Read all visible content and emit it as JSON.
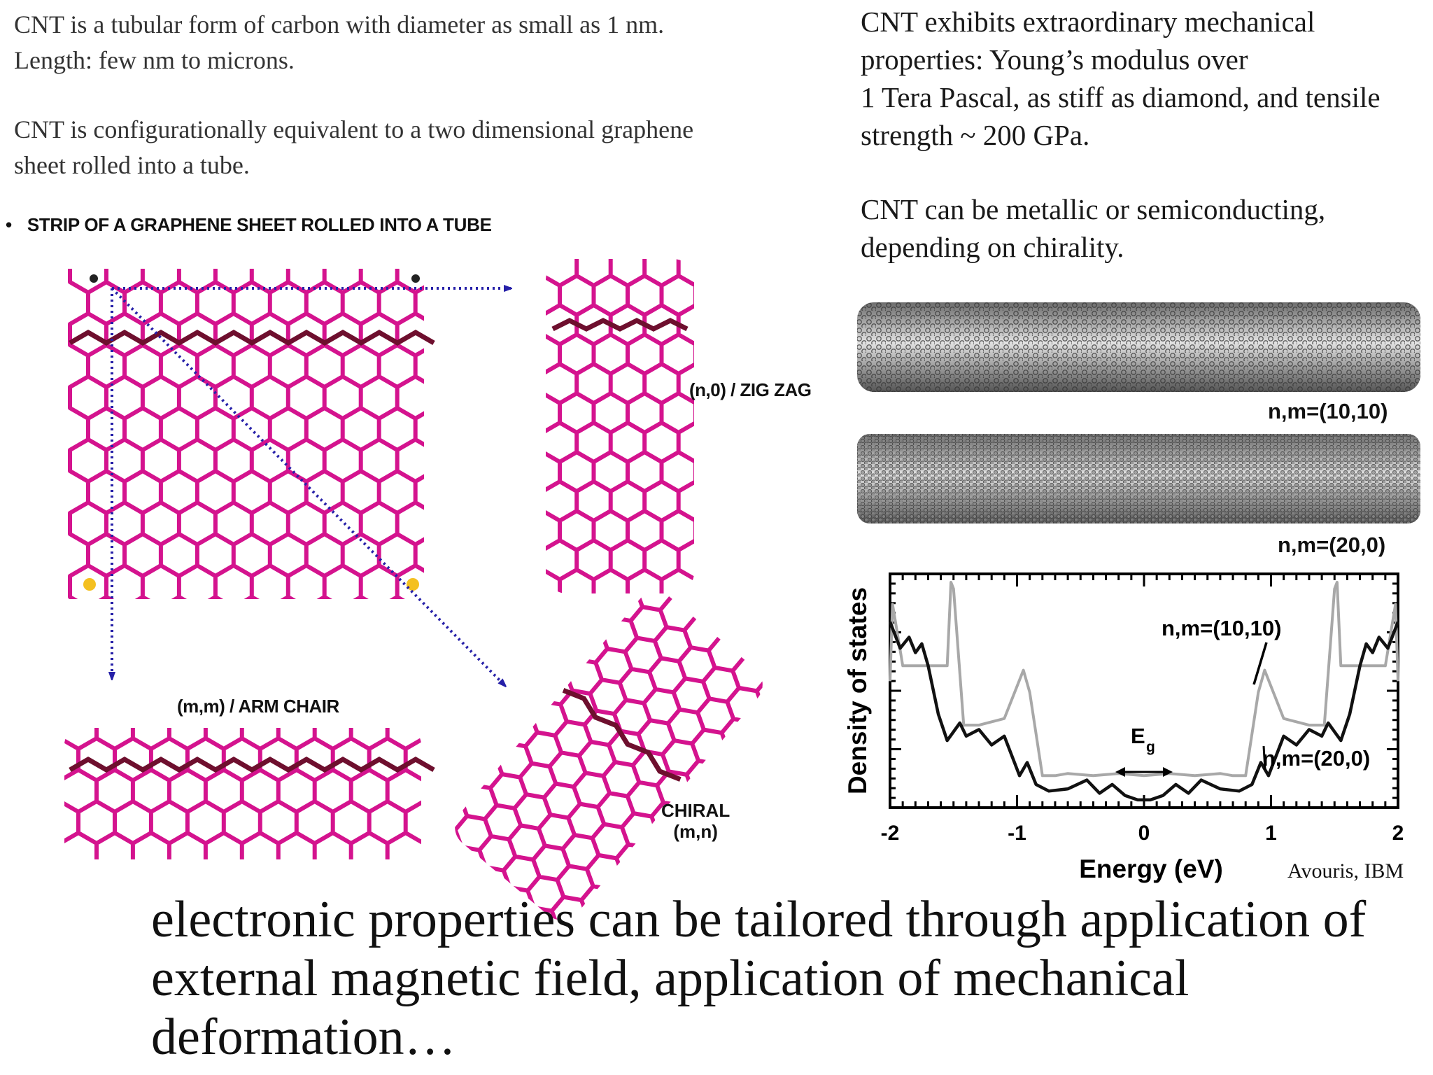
{
  "left_text": {
    "p1_line1": "CNT is a tubular form of carbon with diameter as small as 1 nm.",
    "p1_line2": "Length: few nm to microns.",
    "p2_line1": "CNT is configurationally equivalent to a two dimensional graphene",
    "p2_line2": "sheet rolled into a tube."
  },
  "bullet": {
    "symbol": "•",
    "text": "STRIP OF A GRAPHENE SHEET ROLLED INTO A TUBE"
  },
  "diagram_labels": {
    "zigzag": "(n,0) / ZIG ZAG",
    "armchair": "(m,m) / ARM CHAIR",
    "chiral_line1": "CHIRAL",
    "chiral_line2": "(m,n)"
  },
  "right_text": {
    "p1_line1": "CNT exhibits extraordinary mechanical",
    "p1_line2": "properties:  Young’s modulus over",
    "p1_line3": "1 Tera Pascal, as stiff as diamond, and tensile",
    "p1_line4": "strength ~ 200 GPa.",
    "p2_line1": "CNT can be metallic or semiconducting,",
    "p2_line2": "depending on chirality."
  },
  "tube_labels": {
    "tube1": "n,m=(10,10)",
    "tube2": "n,m=(20,0)"
  },
  "chart_data": {
    "type": "line",
    "title": "",
    "xlabel": "Energy (eV)",
    "ylabel": "Density of states",
    "xlim": [
      -2,
      2
    ],
    "x_ticks": [
      "-2",
      "-1",
      "0",
      "1",
      "2"
    ],
    "grid": false,
    "annotations": [
      "n,m=(10,10)",
      "n,m=(20,0)",
      "E",
      "g"
    ],
    "series": [
      {
        "name": "n,m=(10,10)",
        "color": "#a8a8a8",
        "x": [
          -2.0,
          -1.98,
          -1.9,
          -1.8,
          -1.55,
          -1.52,
          -1.5,
          -1.42,
          -1.3,
          -1.1,
          -0.95,
          -0.9,
          -0.8,
          -0.7,
          -0.6,
          -0.4,
          -0.2,
          0.0,
          0.2,
          0.4,
          0.6,
          0.7,
          0.8,
          0.9,
          0.95,
          1.1,
          1.3,
          1.42,
          1.5,
          1.52,
          1.55,
          1.8,
          1.9,
          1.98,
          2.0
        ],
        "y": [
          0.55,
          0.9,
          0.62,
          0.62,
          0.62,
          1.0,
          0.97,
          0.35,
          0.35,
          0.38,
          0.6,
          0.5,
          0.12,
          0.12,
          0.13,
          0.12,
          0.13,
          0.12,
          0.13,
          0.12,
          0.13,
          0.12,
          0.12,
          0.5,
          0.6,
          0.38,
          0.35,
          0.35,
          0.97,
          1.0,
          0.62,
          0.62,
          0.62,
          0.9,
          0.55
        ]
      },
      {
        "name": "n,m=(20,0)",
        "color": "#111111",
        "x": [
          -2.0,
          -1.92,
          -1.85,
          -1.8,
          -1.75,
          -1.7,
          -1.62,
          -1.55,
          -1.45,
          -1.4,
          -1.3,
          -1.2,
          -1.1,
          -0.98,
          -0.92,
          -0.85,
          -0.75,
          -0.6,
          -0.45,
          -0.35,
          -0.25,
          -0.15,
          -0.05,
          0.05,
          0.15,
          0.25,
          0.35,
          0.45,
          0.6,
          0.75,
          0.85,
          0.92,
          0.98,
          1.1,
          1.2,
          1.3,
          1.4,
          1.45,
          1.55,
          1.62,
          1.7,
          1.75,
          1.8,
          1.85,
          1.92,
          2.0
        ],
        "y": [
          0.82,
          0.7,
          0.75,
          0.68,
          0.72,
          0.62,
          0.4,
          0.28,
          0.36,
          0.3,
          0.33,
          0.26,
          0.3,
          0.12,
          0.18,
          0.08,
          0.05,
          0.06,
          0.1,
          0.04,
          0.08,
          0.03,
          0.01,
          0.01,
          0.03,
          0.08,
          0.04,
          0.1,
          0.06,
          0.05,
          0.08,
          0.18,
          0.12,
          0.3,
          0.26,
          0.33,
          0.3,
          0.36,
          0.28,
          0.4,
          0.62,
          0.72,
          0.68,
          0.75,
          0.7,
          0.82
        ]
      }
    ]
  },
  "credit": "Avouris, IBM",
  "bottom_text": {
    "line1": "electronic properties can be tailored through application of",
    "line2": "external magnetic field, application of mechanical",
    "line3": "deformation…"
  },
  "colors": {
    "graphene": "#d4138e",
    "highlight": "#6e0f2e",
    "arrow": "#2620a8",
    "atom_yellow": "#f4c020"
  }
}
